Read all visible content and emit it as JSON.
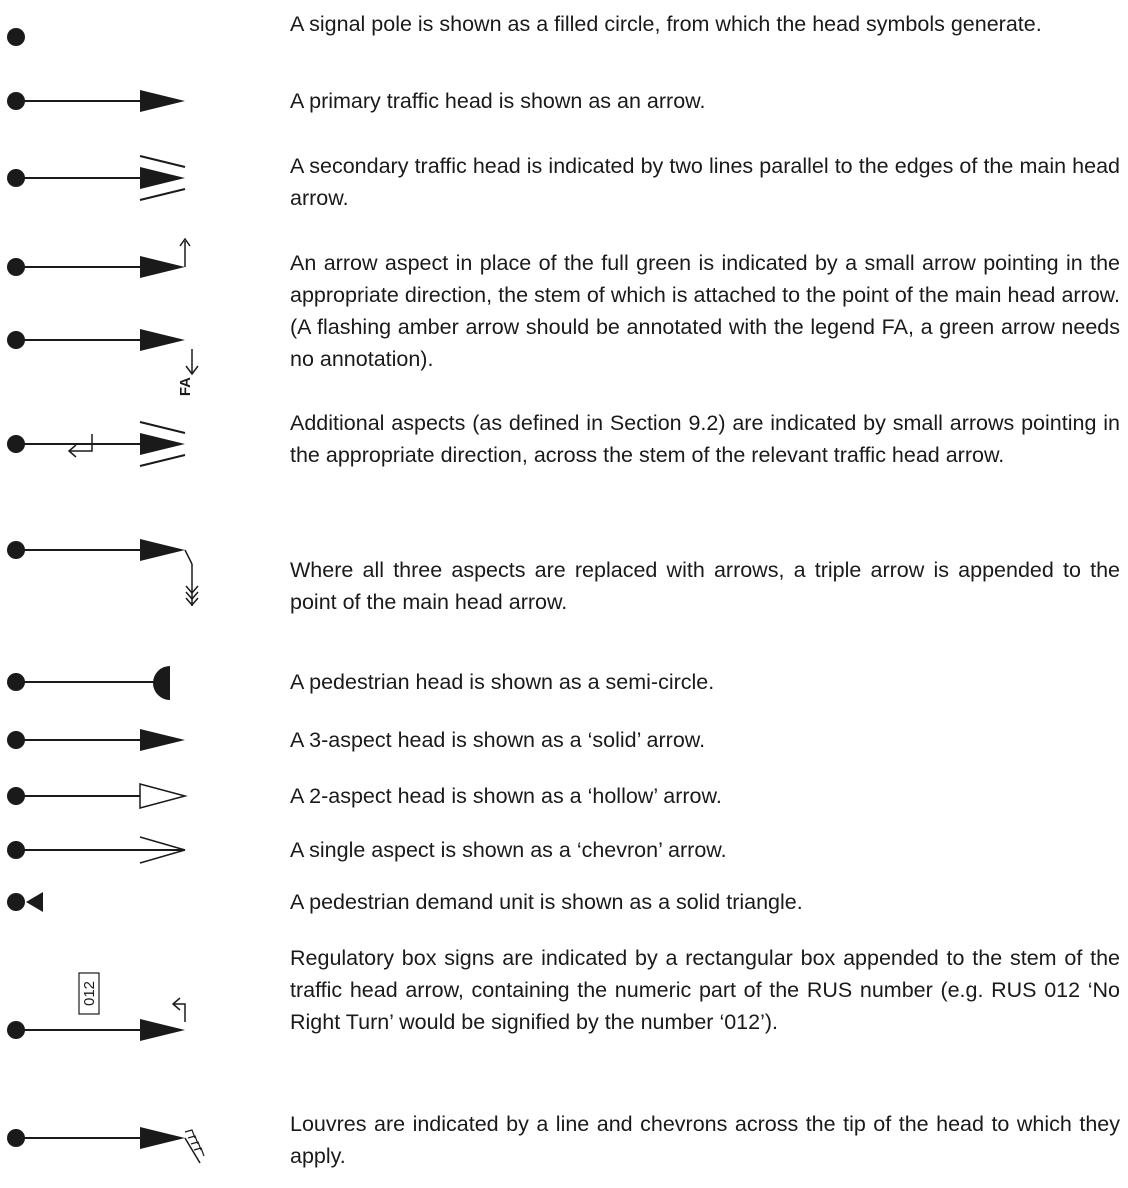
{
  "legend": {
    "signal_pole": "A signal pole is shown as a filled circle, from which the head symbols generate.",
    "primary_head": "A primary traffic head is shown as an arrow.",
    "secondary_head": "A secondary traffic head is indicated by two lines parallel to the edges of the main head arrow.",
    "arrow_aspect": "An arrow aspect in place of the full green is indicated by a small arrow pointing in the appropriate direction, the stem of which is attached to the point of the main head arrow.  (A flashing amber arrow should be annotated with the legend FA, a green arrow needs no annotation).",
    "additional_aspects": "Additional aspects (as defined in Section 9.2) are indicated by small arrows pointing in the appropriate direction, across the stem of the relevant traffic head arrow.",
    "triple_arrow": "Where all three aspects are replaced with arrows, a triple arrow is appended to the point of the main head arrow.",
    "pedestrian_head": "A pedestrian head is shown as a semi-circle.",
    "three_aspect": "A 3-aspect head is shown as a ‘solid’ arrow.",
    "two_aspect": "A 2-aspect head is shown as a ‘hollow’ arrow.",
    "single_aspect": "A single aspect is shown as a ‘chevron’ arrow.",
    "pedestrian_demand": "A pedestrian demand unit is shown as a solid triangle.",
    "regulatory_box": "Regulatory box signs are indicated by a rectangular box appended to the stem of the traffic head arrow, containing the numeric part of the RUS number (e.g. RUS 012 ‘No Right Turn’ would be signified by the number ‘012’).",
    "louvres": "Louvres are indicated by a line and chevrons across the tip of the head to which they apply."
  },
  "symbol_labels": {
    "flashing_amber": "FA",
    "rus_number": "012"
  }
}
